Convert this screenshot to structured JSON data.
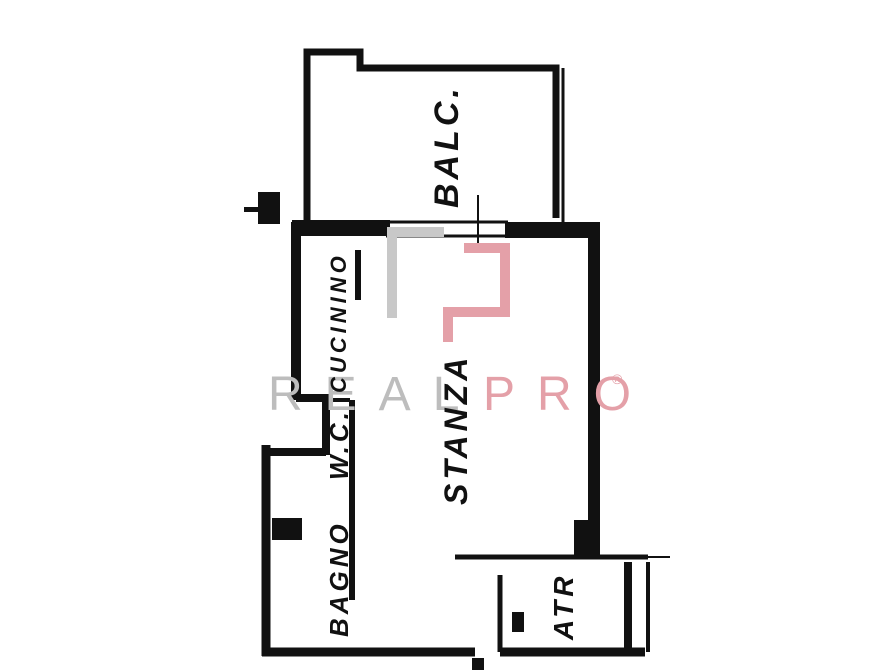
{
  "floor_plan": {
    "rooms": {
      "balcony": "BALC.",
      "kitchen": "CUCININO",
      "toilet": "W.C.",
      "bathroom": "BAGNO",
      "room": "STANZA",
      "entrance": "ATR"
    }
  },
  "watermark": {
    "brand_first": "REAL",
    "brand_second": "PRO",
    "registered": "®",
    "colors": {
      "first": "#bdbdbd",
      "second": "#e4a0a8",
      "mark": "#e4a0a8"
    }
  }
}
